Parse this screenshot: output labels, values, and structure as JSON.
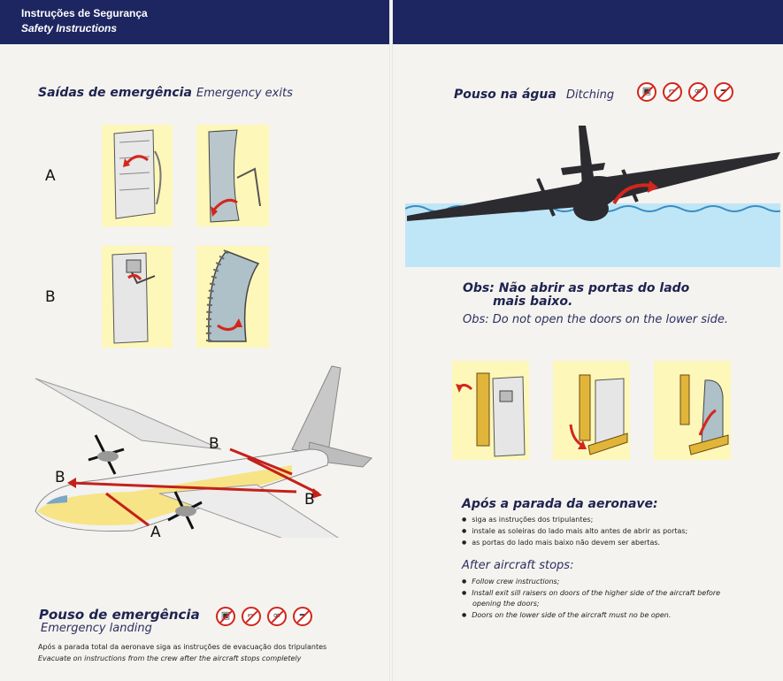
{
  "header": {
    "title_pt": "Instruções de Segurança",
    "title_en": "Safety Instructions"
  },
  "exits": {
    "title_pt": "Saídas de emergência",
    "title_en": "Emergency exits",
    "row_a": "A",
    "row_b": "B"
  },
  "diagram_labels": {
    "b1": "B",
    "b2": "B",
    "b3": "B",
    "a": "A"
  },
  "landing": {
    "title_pt": "Pouso de emergência",
    "title_en": "Emergency landing",
    "note_pt": "Após a parada total da aeronave siga as instruções de evacuação dos tripulantes",
    "note_en": "Evacuate on instructions from the crew after the aircraft stops completely"
  },
  "ditching": {
    "title_pt": "Pouso na água",
    "title_en": "Ditching",
    "obs_pt_line1": "Obs: Não abrir as portas do lado",
    "obs_pt_line2": "mais baixo.",
    "obs_en": "Obs: Do not open the doors on the lower side."
  },
  "after_stop": {
    "title_pt": "Após a parada da aeronave:",
    "items_pt": [
      "siga as instruções dos tripulantes;",
      "instale as soleiras do lado mais alto antes de abrir as portas;",
      "as portas do lado mais baixo não devem ser abertas."
    ],
    "title_en": "After aircraft stops:",
    "items_en": [
      "Follow crew instructions;",
      "Install exit sill raisers on doors of the higher side of the aircraft before",
      "Doors on the lower side of the aircraft must no be open."
    ],
    "item_en_cont": "opening the doors;"
  },
  "icons": [
    "luggage-no-icon",
    "high-heels-no-icon",
    "glasses-no-icon",
    "no-smoking-icon"
  ],
  "colors": {
    "banner": "#1d2660",
    "panel": "#fdf7b9",
    "accent_red": "#d3261c",
    "water": "#bfe6f6",
    "plane_yellow": "#f7e27a"
  }
}
